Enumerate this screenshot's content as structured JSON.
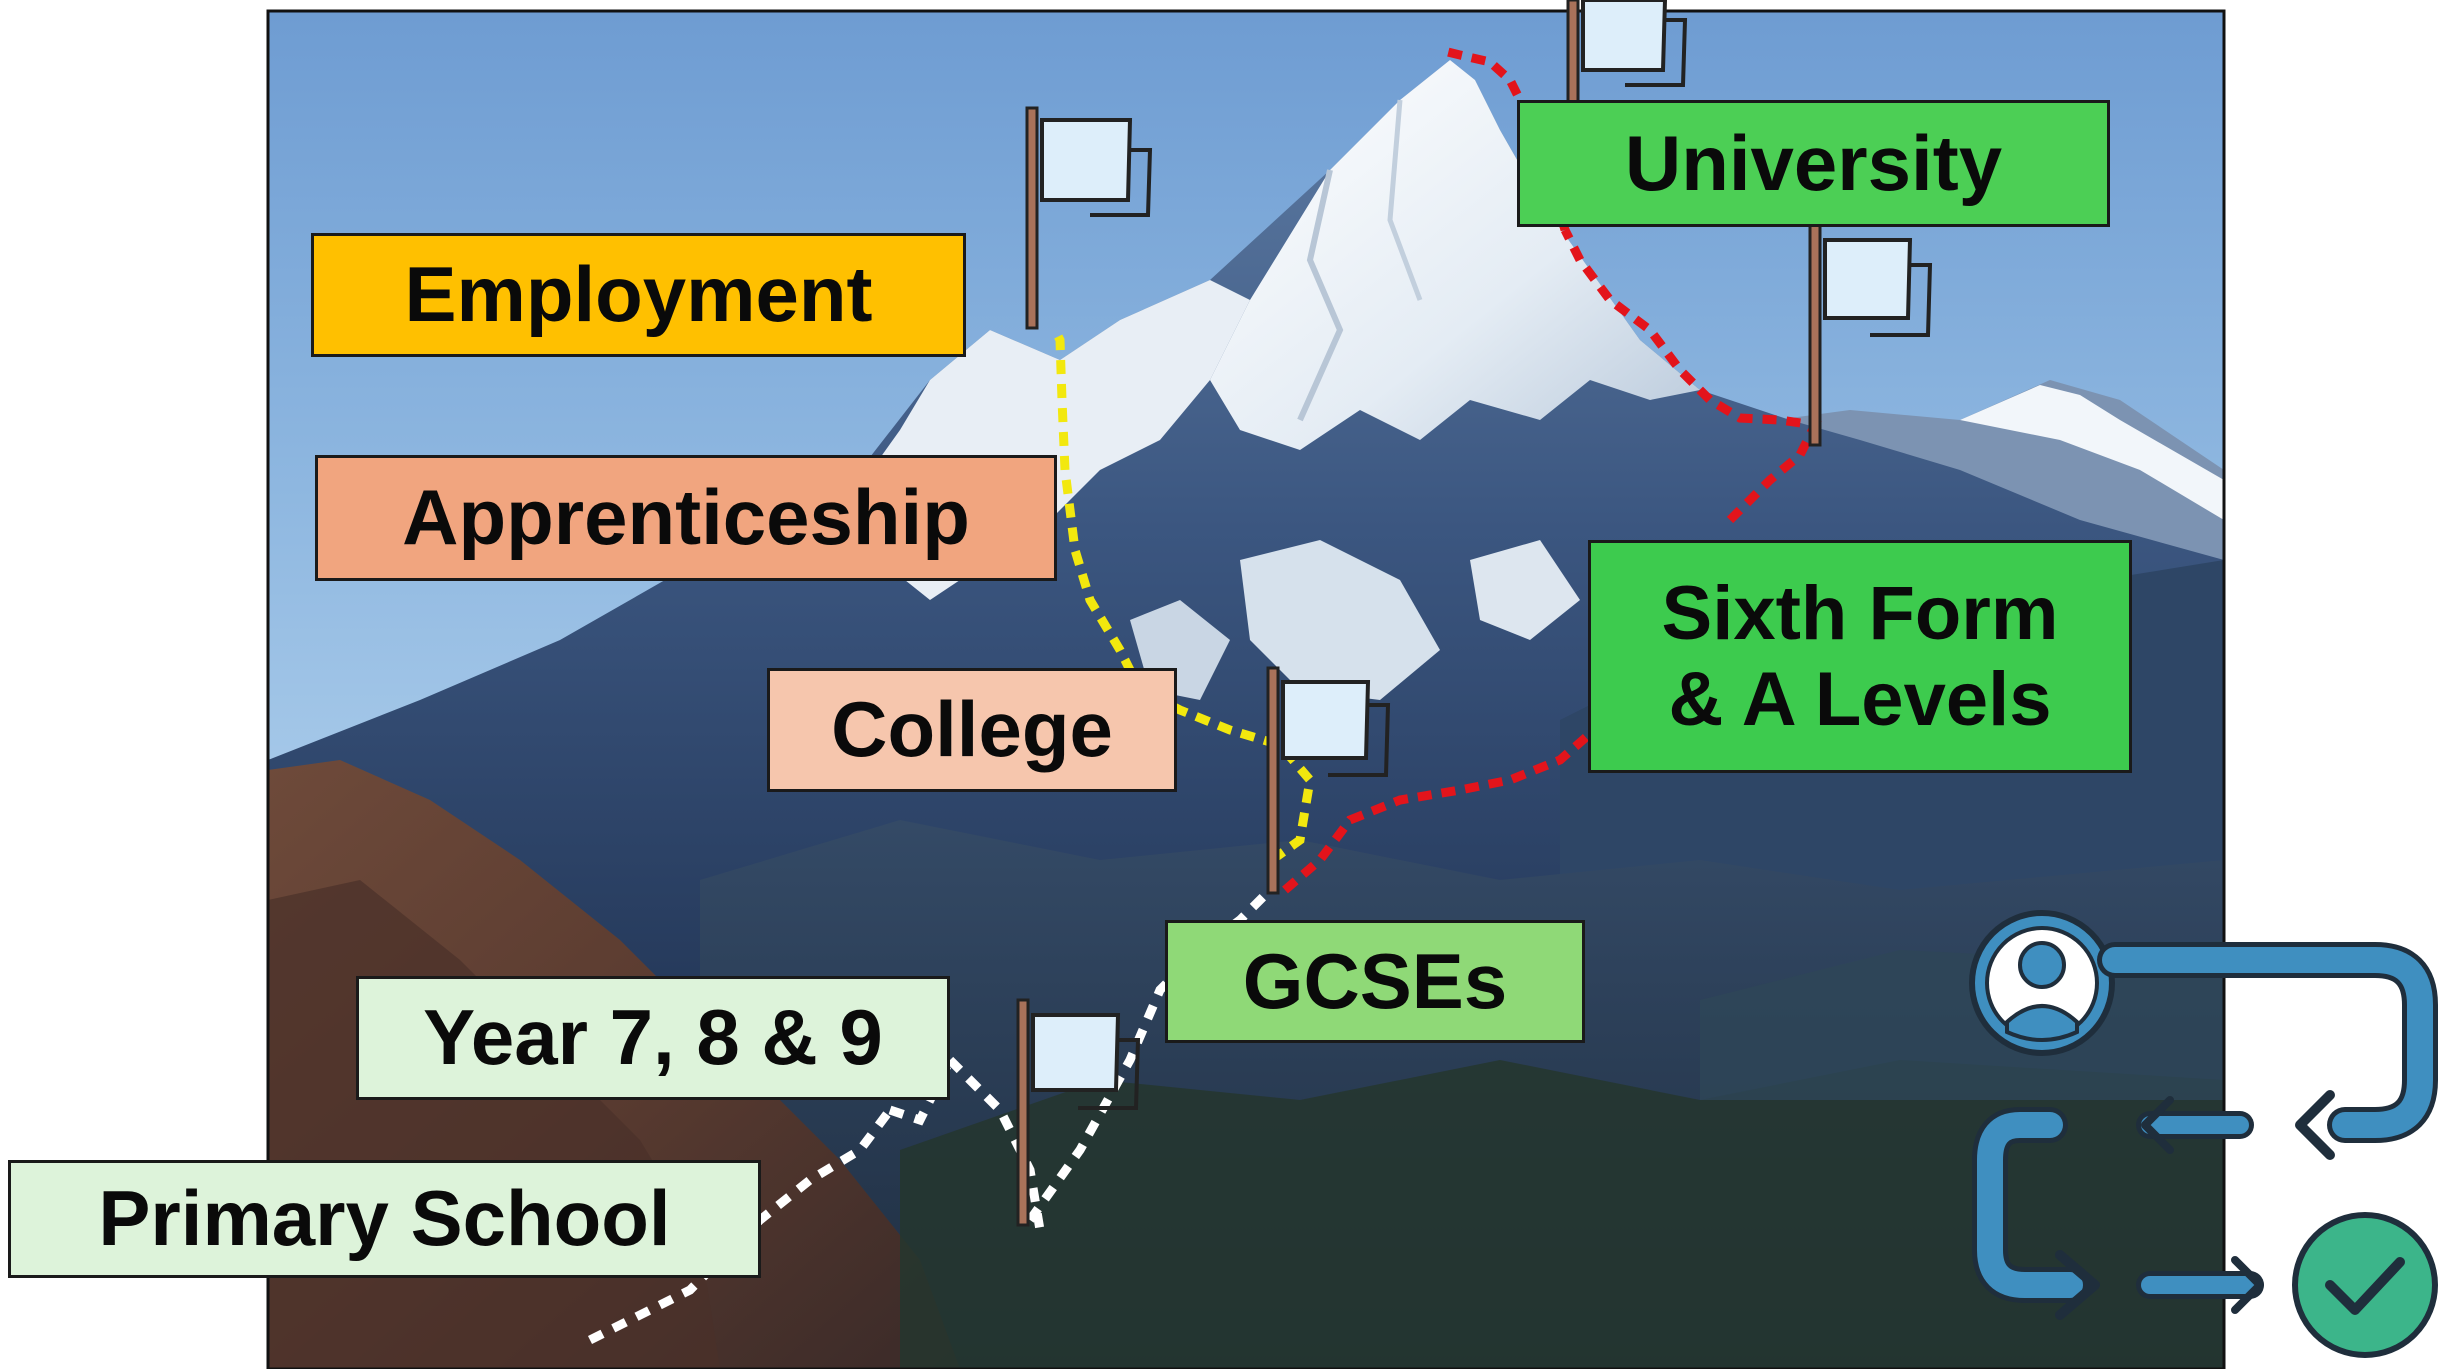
{
  "colors": {
    "employment": "#FFC000",
    "apprenticeship": "#F1A57F",
    "college": "#F6C6AD",
    "gcses": "#8FD977",
    "university": "#4CCF55",
    "sixth_form": "#3DCB4E",
    "year_7_8_9": "#DDF3DA",
    "primary_school": "#DDF3DA",
    "path_red": "#E3141B",
    "path_yellow": "#F2E80E",
    "path_white": "#FFFFFF",
    "flag_pole": "#A9725A",
    "flag_cloth": "#DDEEFA",
    "pathway_icon": "#3F8FC0"
  },
  "labels": {
    "employment": "Employment",
    "apprenticeship": "Apprenticeship",
    "college": "College",
    "university": "University",
    "sixth_form_line1": "Sixth Form",
    "sixth_form_line2": "& A Levels",
    "gcses": "GCSEs",
    "year_7_8_9": "Year 7, 8 & 9",
    "primary_school": "Primary School"
  },
  "icons": [
    "flag-icon",
    "pathway-progress-icon",
    "person-icon",
    "checkmark-icon"
  ]
}
